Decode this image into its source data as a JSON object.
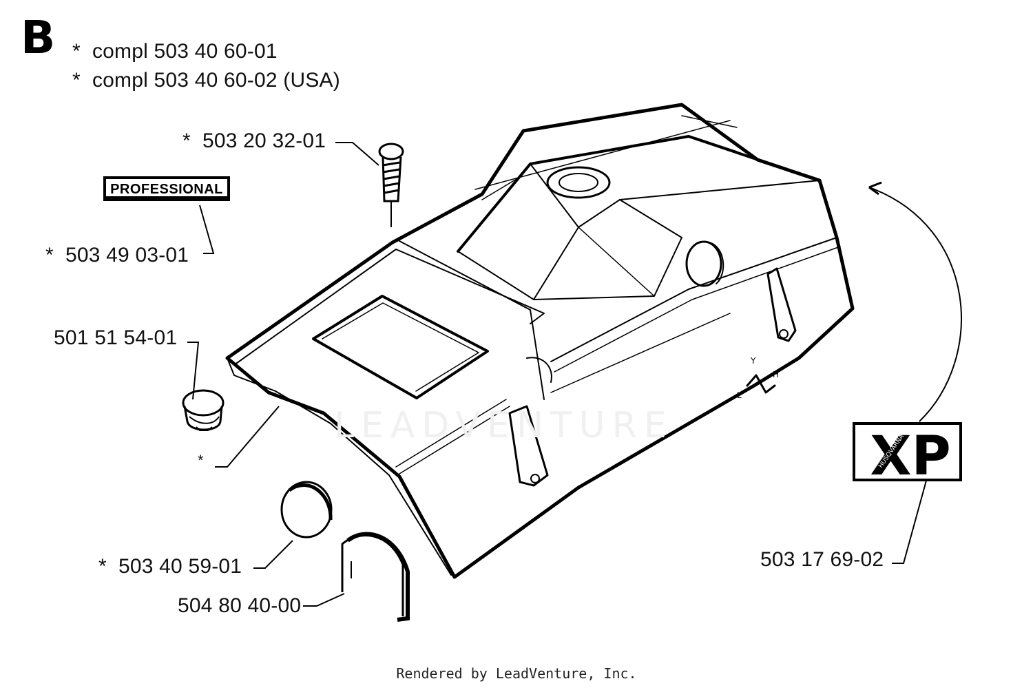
{
  "section": "B",
  "assembly_lines": [
    {
      "star": "*",
      "text": "compl 503 40 60-01"
    },
    {
      "star": "*",
      "text": "compl 503 40 60-02 (USA)"
    }
  ],
  "parts": [
    {
      "star": "*",
      "number": "503 20 32-01"
    },
    {
      "star": "*",
      "number": "503 49 03-01"
    },
    {
      "star": "",
      "number": "501 51 54-01"
    },
    {
      "star": "*",
      "number": ""
    },
    {
      "star": "*",
      "number": "503 40 59-01"
    },
    {
      "star": "",
      "number": "504 80 40-00"
    },
    {
      "star": "",
      "number": "503 17 69-02"
    }
  ],
  "decals": {
    "professional": "PROFESSIONAL",
    "xp": "XP",
    "xp_small": "HUSQVARNA"
  },
  "watermark": "LEADVENTURE",
  "footer": "Rendered by LeadVenture, Inc."
}
